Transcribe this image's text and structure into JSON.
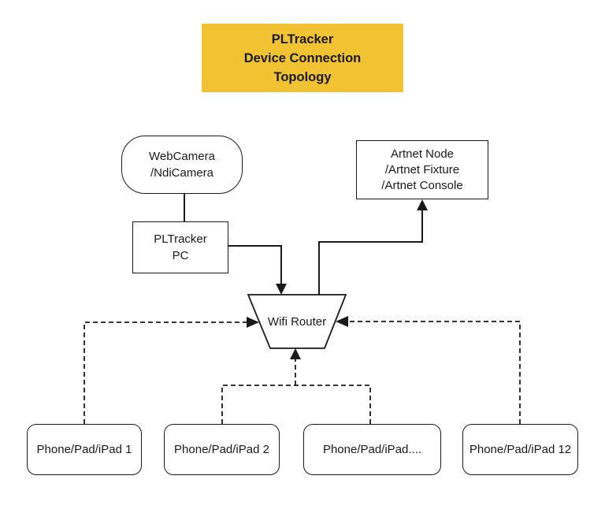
{
  "title": {
    "lines": [
      "PLTracker",
      "Device Connection",
      "Topology"
    ]
  },
  "nodes": {
    "webcamera": {
      "lines": [
        "WebCamera",
        "/NdiCamera"
      ]
    },
    "pltracker_pc": {
      "lines": [
        "PLTracker",
        "PC"
      ]
    },
    "artnet": {
      "lines": [
        "Artnet Node",
        "/Artnet Fixture",
        "/Artnet Console"
      ]
    },
    "wifi_router": {
      "label": "Wifi Router"
    },
    "phone1": {
      "label": "Phone/Pad/iPad 1"
    },
    "phone2": {
      "label": "Phone/Pad/iPad 2"
    },
    "phone3": {
      "label": "Phone/Pad/iPad...."
    },
    "phone4": {
      "label": "Phone/Pad/iPad 12"
    }
  },
  "colors": {
    "title_bg": "#F1C232",
    "line": "#1a1a1a",
    "text": "#1a1a1a",
    "node_bg": "#ffffff"
  }
}
